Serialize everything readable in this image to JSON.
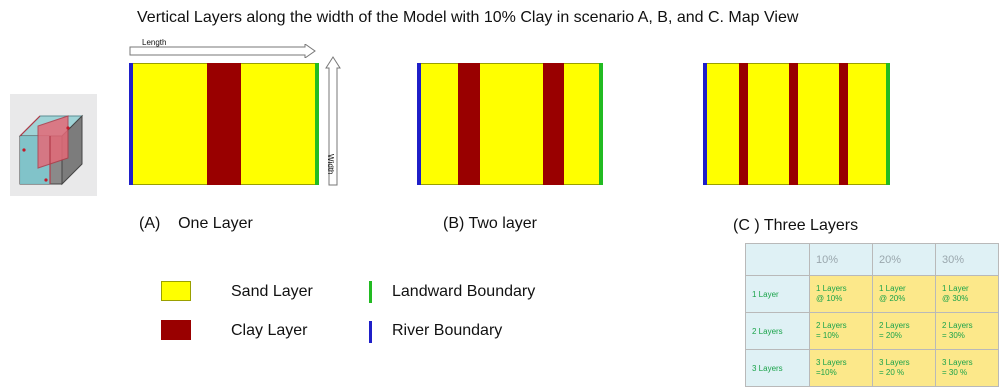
{
  "title": "Vertical Layers along the width of the Model with 10% Clay in scenario A, B, and C. Map View",
  "arrows": {
    "length_label": "Length",
    "width_label": "Width"
  },
  "scenarios": [
    {
      "caption": "(A)    One Layer",
      "clay_layers": 1
    },
    {
      "caption": "(B) Two layer",
      "clay_layers": 2
    },
    {
      "caption": "(C ) Three Layers",
      "clay_layers": 3
    }
  ],
  "legend": {
    "sand": "Sand Layer",
    "clay": "Clay Layer",
    "landward": "Landward Boundary",
    "river": "River Boundary"
  },
  "colors": {
    "sand": "#ffff00",
    "clay": "#990000",
    "landward": "#22bb22",
    "river": "#1f1fc8"
  },
  "table": {
    "headers": [
      "10%",
      "20%",
      "30%"
    ],
    "rows": [
      {
        "label": "1 Layer",
        "cells": [
          [
            "1 Layers",
            "@ 10%"
          ],
          [
            "1 Layer",
            "@ 20%"
          ],
          [
            "1 Layer",
            "@ 30%"
          ]
        ]
      },
      {
        "label": "2 Layers",
        "cells": [
          [
            "2 Layers",
            "= 10%"
          ],
          [
            "2 Layers",
            "= 20%"
          ],
          [
            "2 Layers",
            "= 30%"
          ]
        ]
      },
      {
        "label": "3 Layers",
        "cells": [
          [
            "3 Layers",
            "=10%"
          ],
          [
            "3 Layers",
            "= 20 %"
          ],
          [
            "3 Layers",
            "= 30 %"
          ]
        ]
      }
    ]
  }
}
